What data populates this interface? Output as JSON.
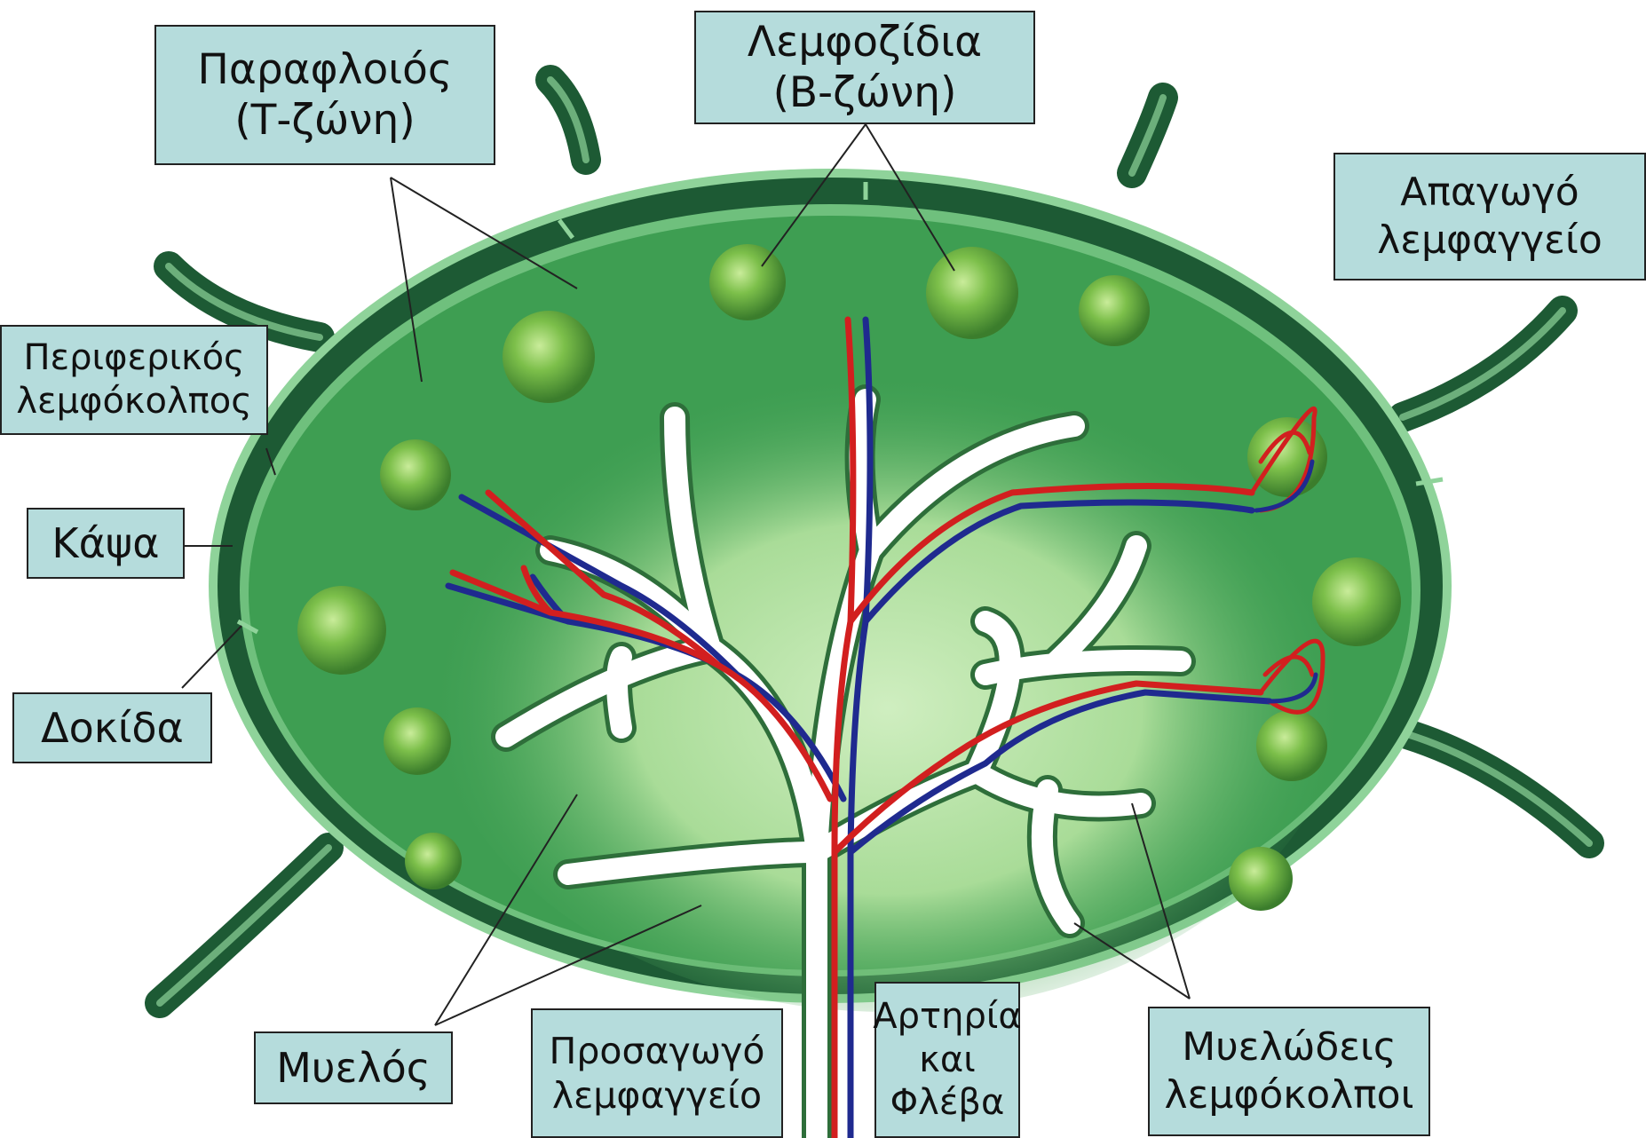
{
  "labels": {
    "paracortex": [
      "Παραφλοιός",
      "(Τ-ζώνη)"
    ],
    "follicles": [
      "Λεμφοζίδια",
      "(Β-ζώνη)"
    ],
    "efferent": [
      "Απαγωγό",
      "λεμφαγγείο"
    ],
    "subcapsular_sinus": [
      "Περιφερικός",
      "λεμφόκολπος"
    ],
    "capsule": [
      "Κάψα"
    ],
    "trabecula": [
      "Δοκίδα"
    ],
    "medulla": [
      "Μυελός"
    ],
    "afferent": [
      "Προσαγωγό",
      "λεμφαγγείο"
    ],
    "vessels": [
      "Αρτηρία",
      "και",
      "Φλέβα"
    ],
    "medullary_sinuses": [
      "Μυελώδεις",
      "λεμφόκολποι"
    ]
  },
  "colors": {
    "cortex": "#3e9e52",
    "medulla_glow": "#b9e3a9",
    "capsule": "#1d5a34",
    "capsule_edge": "#8fd39a",
    "follicle": "#68ad42",
    "artery": "#d21f1f",
    "vein": "#1f2a8f",
    "sinus": "#ffffff",
    "label_bg": "#b5dcdc"
  }
}
